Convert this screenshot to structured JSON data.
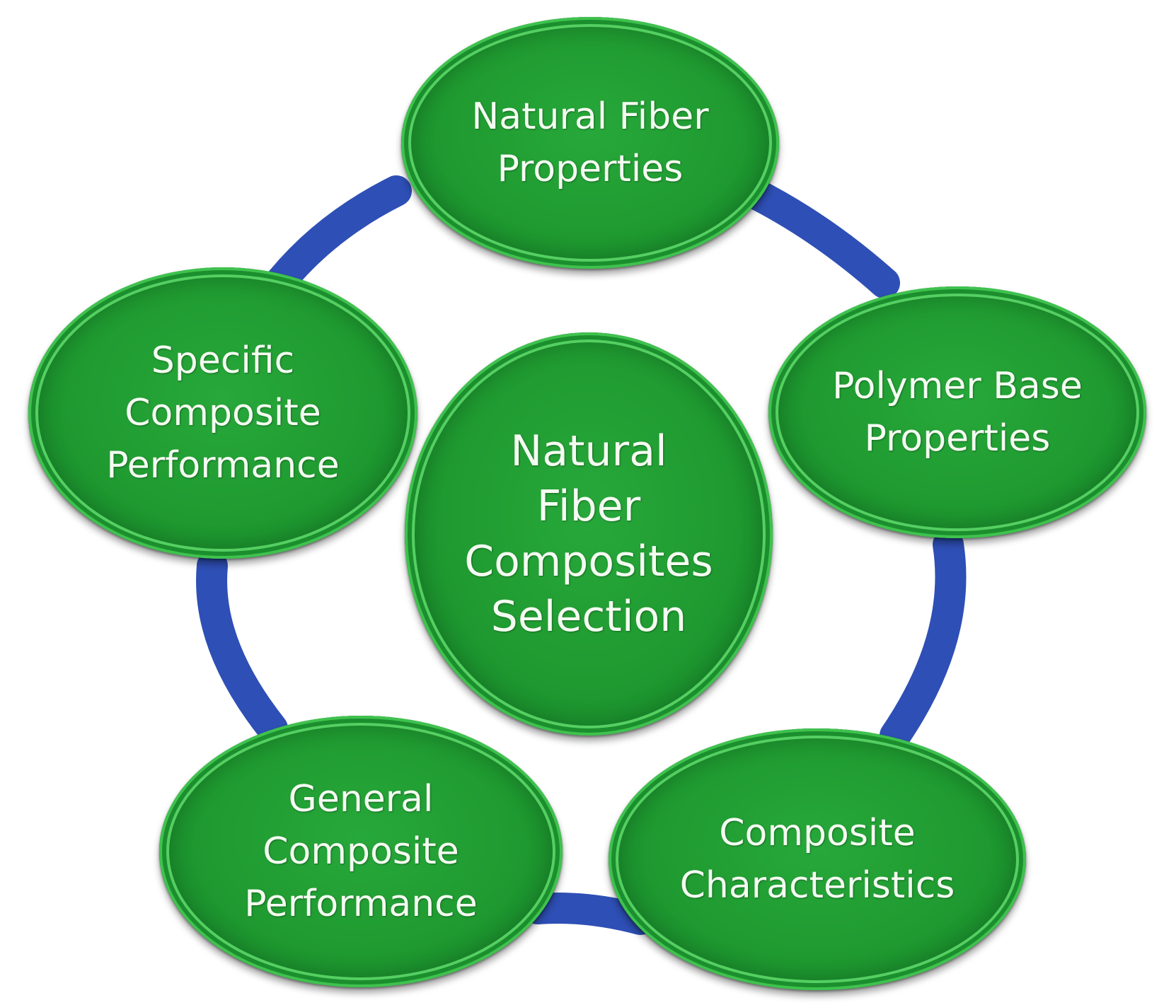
{
  "diagram": {
    "ring_color": "#2e4fb5",
    "node_color": "#1f9a30",
    "text_color": "#f4fbf1",
    "nodes": {
      "top": {
        "label": "Natural Fiber\nProperties"
      },
      "right": {
        "label": "Polymer Base\nProperties"
      },
      "bottom_right": {
        "label": "Composite\nCharacteristics"
      },
      "bottom_left": {
        "label": "General\nComposite\nPerformance"
      },
      "left": {
        "label": "Specific\nComposite\nPerformance"
      },
      "center": {
        "label": "Natural\nFiber\nComposites\nSelection"
      }
    }
  }
}
